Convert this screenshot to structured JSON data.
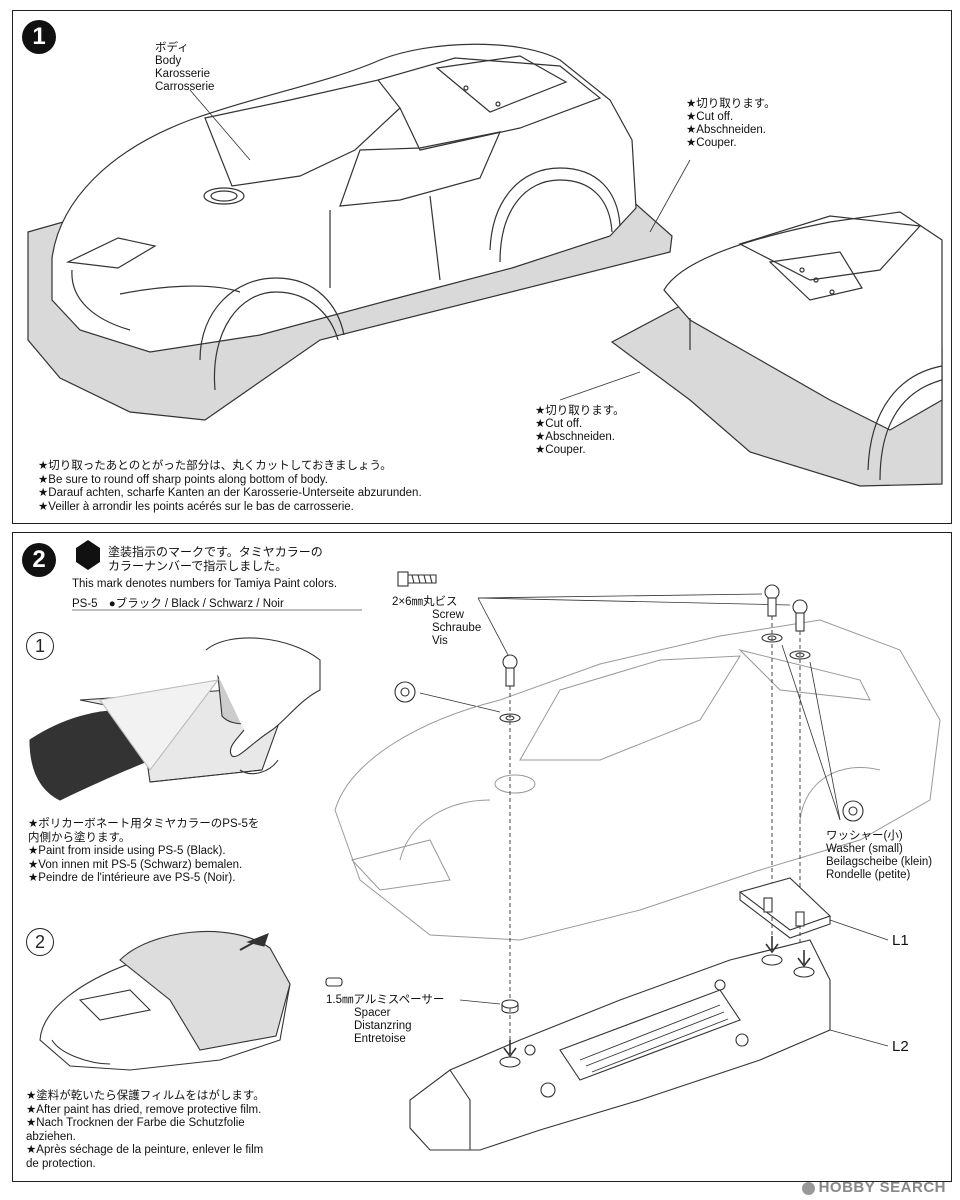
{
  "step1": {
    "number": "1",
    "body_label": [
      "ボディ",
      "Body",
      "Karosserie",
      "Carrosserie"
    ],
    "cutoff_label_top": [
      "★切り取ります。",
      "★Cut off.",
      "★Abschneiden.",
      "★Couper."
    ],
    "cutoff_label_bottom": [
      "★切り取ります。",
      "★Cut off.",
      "★Abschneiden.",
      "★Couper."
    ],
    "notes": [
      "★切り取ったあとのとがった部分は、丸くカットしておきましょう。",
      "★Be sure to round off sharp points along bottom of body.",
      "★Darauf achten, scharfe Kanten an der Karosserie-Unterseite abzurunden.",
      "★Veiller à arrondir les points acérés sur le bas de carrosserie."
    ]
  },
  "step2": {
    "number": "2",
    "paint_mark_jp": [
      "塗装指示のマークです。タミヤカラーの",
      "カラーナンバーで指示しました。"
    ],
    "paint_mark_en": "This mark denotes numbers for Tamiya Paint colors.",
    "paint_code": "PS-5",
    "paint_color": "●ブラック / Black / Schwarz / Noir",
    "sub1_number": "1",
    "sub1_notes": [
      "★ポリカーボネート用タミヤカラーのPS-5を",
      "内側から塗ります。",
      "★Paint from inside using PS-5 (Black).",
      "★Von innen mit PS-5 (Schwarz) bemalen.",
      "★Peindre de l'intérieure ave PS-5 (Noir)."
    ],
    "sub2_number": "2",
    "sub2_notes": [
      "★塗料が乾いたら保護フィルムをはがします。",
      "★After paint has dried, remove protective film.",
      "★Nach Trocknen der Farbe die Schutzfolie",
      "abziehen.",
      "★Après séchage de la peinture, enlever le film",
      "de protection."
    ],
    "screw_label": [
      "2×6㎜丸ビス",
      "Screw",
      "Schraube",
      "Vis"
    ],
    "washer_label": [
      "ワッシャー(小)",
      "Washer (small)",
      "Beilagscheibe (klein)",
      "Rondelle (petite)"
    ],
    "spacer_label": [
      "1.5㎜アルミスペーサー",
      "Spacer",
      "Distanzring",
      "Entretoise"
    ],
    "part_L1": "L1",
    "part_L2": "L2"
  },
  "watermark": "HOBBY SEARCH"
}
